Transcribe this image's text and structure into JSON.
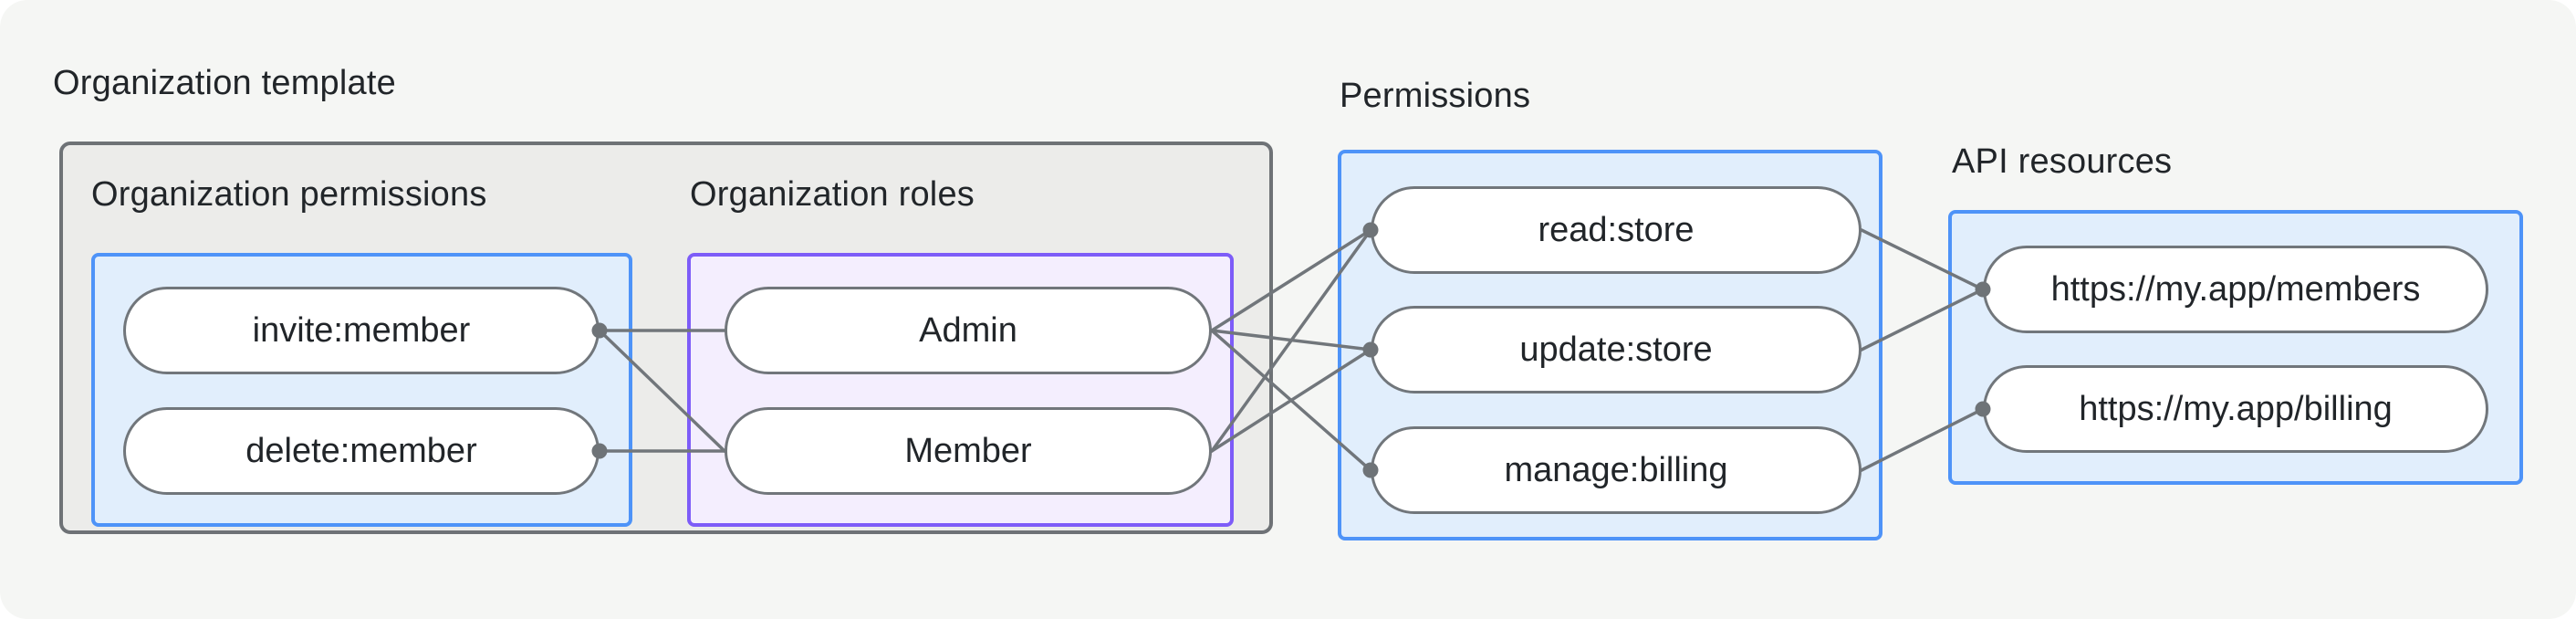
{
  "title": "Organization template",
  "sections": {
    "org_permissions": {
      "label": "Organization permissions"
    },
    "org_roles": {
      "label": "Organization roles"
    },
    "permissions": {
      "label": "Permissions"
    },
    "api_resources": {
      "label": "API resources"
    }
  },
  "nodes": {
    "invite": {
      "label": "invite:member"
    },
    "delete": {
      "label": "delete:member"
    },
    "admin": {
      "label": "Admin"
    },
    "member": {
      "label": "Member"
    },
    "read": {
      "label": "read:store"
    },
    "update": {
      "label": "update:store"
    },
    "manage": {
      "label": "manage:billing"
    },
    "members_api": {
      "label": "https://my.app/members"
    },
    "billing_api": {
      "label": "https://my.app/billing"
    }
  },
  "edges": [
    {
      "from": "invite",
      "to": "admin"
    },
    {
      "from": "invite",
      "to": "member"
    },
    {
      "from": "delete",
      "to": "member"
    },
    {
      "from": "admin",
      "to": "read"
    },
    {
      "from": "admin",
      "to": "update"
    },
    {
      "from": "admin",
      "to": "manage"
    },
    {
      "from": "member",
      "to": "read"
    },
    {
      "from": "member",
      "to": "update"
    },
    {
      "from": "read",
      "to": "members_api"
    },
    {
      "from": "update",
      "to": "members_api"
    },
    {
      "from": "manage",
      "to": "billing_api"
    }
  ],
  "dots": [
    {
      "node": "invite",
      "side": "right"
    },
    {
      "node": "delete",
      "side": "right"
    },
    {
      "node": "read",
      "side": "left"
    },
    {
      "node": "update",
      "side": "left"
    },
    {
      "node": "manage",
      "side": "left"
    },
    {
      "node": "members_api",
      "side": "left"
    },
    {
      "node": "billing_api",
      "side": "left"
    }
  ],
  "colors": {
    "background": "#f5f6f4",
    "outer_box_fill": "#ececea",
    "outer_box_border": "#6e7276",
    "blue_box_fill": "#e1eefc",
    "blue_box_border": "#4e93f8",
    "purple_box_fill": "#f4eefe",
    "purple_box_border": "#7d5cf8",
    "node_fill": "#ffffff",
    "node_border": "#71767b",
    "edge_stroke": "#71767b",
    "dot_fill": "#6e7377",
    "text": "#212529"
  }
}
